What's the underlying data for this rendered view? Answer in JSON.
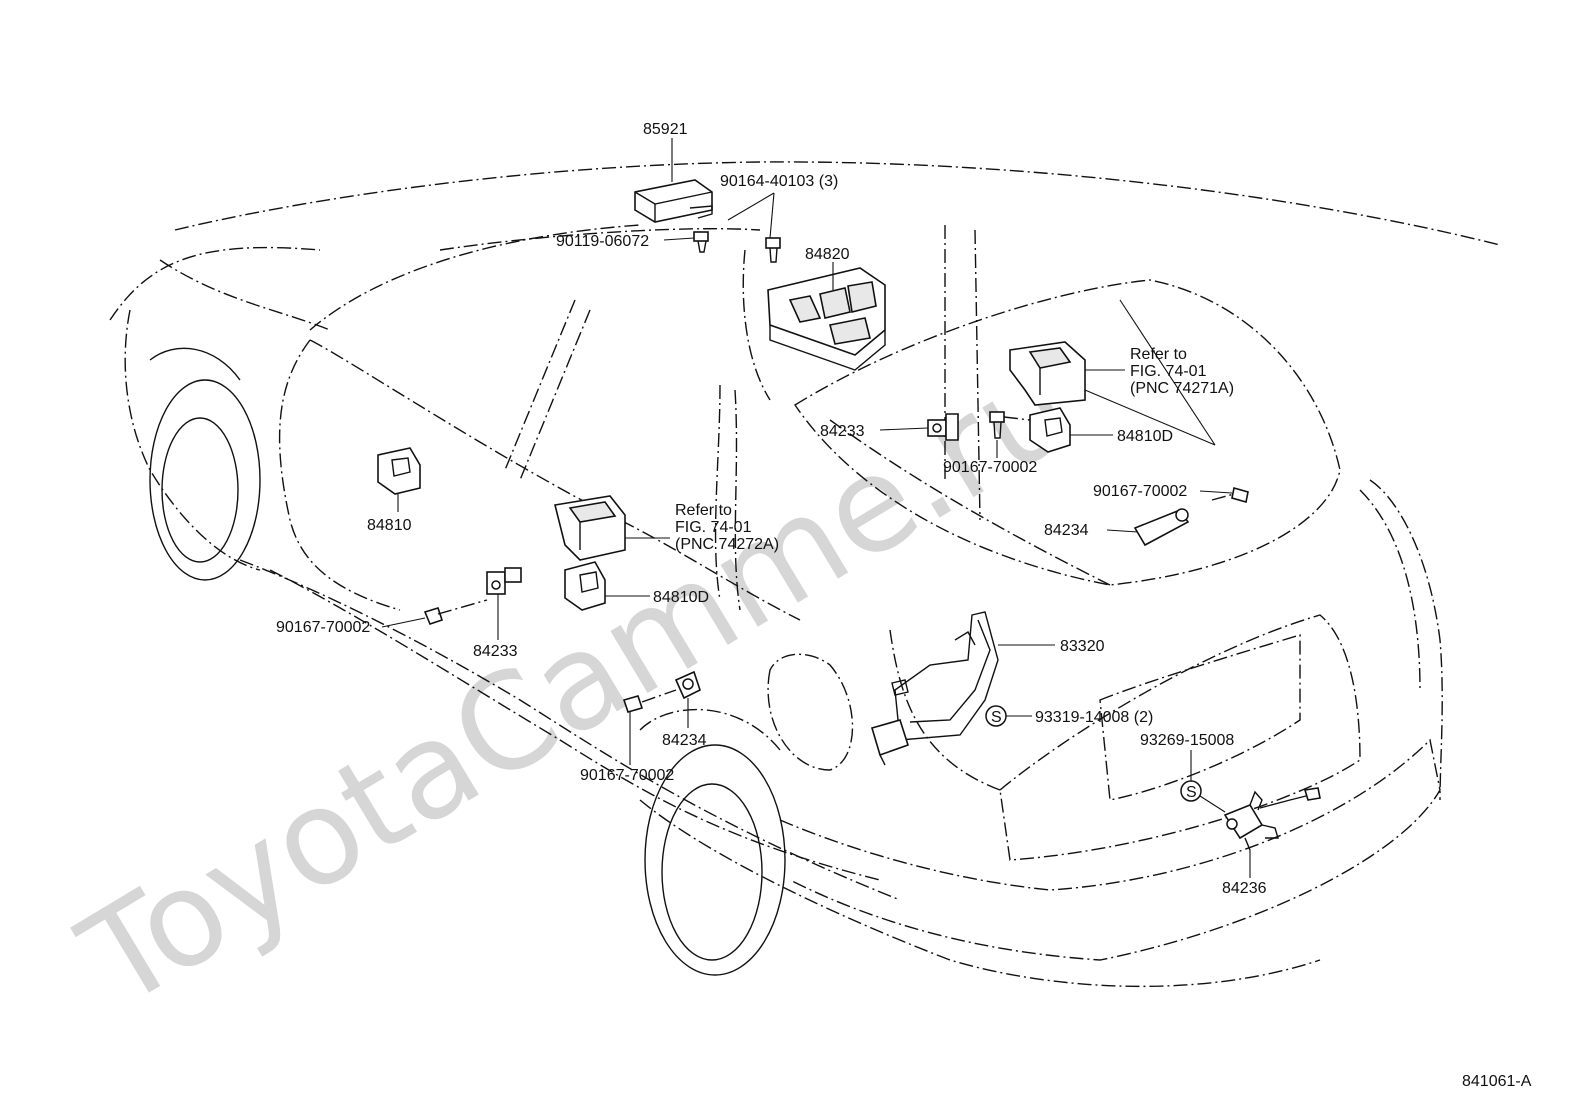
{
  "watermark": "ToyotaCamme.ru",
  "figure_code": "841061-A",
  "labels": {
    "p85921": "85921",
    "p90164": "90164-40103 (3)",
    "p90119": "90119-06072",
    "p84820": "84820",
    "refer_right_1": "Refer  to",
    "refer_right_2": "FIG.  74-01",
    "refer_right_3": "(PNC 74271A)",
    "p84233_r": "84233",
    "p84810d_r": "84810D",
    "p90167_r1": "90167-70002",
    "p90167_r2": "90167-70002",
    "p84234_r": "84234",
    "p84810": "84810",
    "refer_left_1": "Refer  to",
    "refer_left_2": "FIG.  74-01",
    "refer_left_3": "(PNC 74272A)",
    "p84810d_l": "84810D",
    "p90167_l1": "90167-70002",
    "p84233_l": "84233",
    "p84234_l": "84234",
    "p90167_l2": "90167-70002",
    "p83320": "83320",
    "p93319": "93319-14008 (2)",
    "p93269": "93269-15008",
    "p84236": "84236",
    "s_symbol_1": "S",
    "s_symbol_2": "S"
  }
}
